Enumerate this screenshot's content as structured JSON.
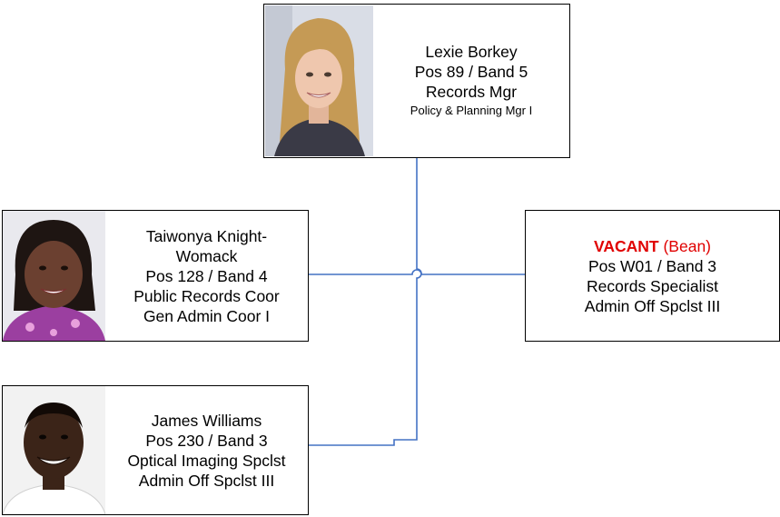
{
  "boxes": {
    "manager": {
      "name": "Lexie Borkey",
      "position": "Pos 89 / Band 5",
      "title": "Records Mgr",
      "classification": "Policy & Planning Mgr I"
    },
    "left_top": {
      "name_line1": "Taiwonya Knight-",
      "name_line2": "Womack",
      "position": "Pos 128 / Band 4",
      "title": "Public Records Coor",
      "classification": "Gen Admin Coor I"
    },
    "left_bottom": {
      "name": "James Williams",
      "position": "Pos 230 / Band 3",
      "title": "Optical Imaging Spclst",
      "classification": "Admin Off Spclst III"
    },
    "vacant": {
      "status": "VACANT",
      "note": "(Bean)",
      "position": "Pos W01 / Band 3",
      "title": "Records Specialist",
      "classification": "Admin Off Spclst III"
    }
  },
  "colors": {
    "connector": "#4472c4",
    "vacant_text": "#e00000",
    "border": "#000000"
  }
}
